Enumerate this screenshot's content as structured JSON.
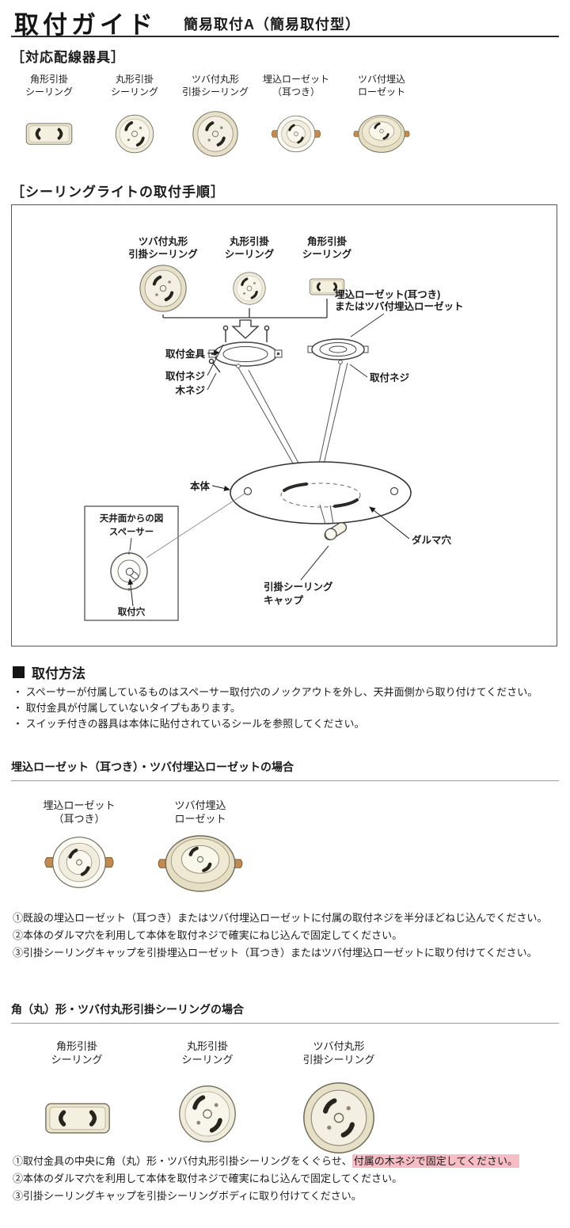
{
  "header": {
    "title": "取付ガイド",
    "subtitle": "簡易取付A（簡易取付型）"
  },
  "compatible": {
    "heading": "［対応配線器具］",
    "items": [
      {
        "label1": "角形引掛",
        "label2": "シーリング"
      },
      {
        "label1": "丸形引掛",
        "label2": "シーリング"
      },
      {
        "label1": "ツバ付丸形",
        "label2": "引掛シーリング"
      },
      {
        "label1": "埋込ローゼット",
        "label2": "（耳つき）"
      },
      {
        "label1": "ツバ付埋込",
        "label2": "ローゼット"
      }
    ]
  },
  "procedure": {
    "heading": "［シーリングライトの取付手順］"
  },
  "diagram": {
    "tsuba_round_l1": "ツバ付丸形",
    "tsuba_round_l2": "引掛シーリング",
    "round_l1": "丸形引掛",
    "round_l2": "シーリング",
    "square_l1": "角形引掛",
    "square_l2": "シーリング",
    "rosette_l1": "埋込ローゼット(耳つき)",
    "rosette_l2": "またはツバ付埋込ローゼット",
    "kanagu": "取付金具",
    "neji_left": "取付ネジ",
    "ki_neji": "木ネジ",
    "neji_right": "取付ネジ",
    "body": "本体",
    "daruma": "ダルマ穴",
    "cap_l1": "引掛シーリング",
    "cap_l2": "キャップ",
    "subbox_title": "天井面からの図",
    "spacer": "スペーサー",
    "hole": "取付穴"
  },
  "method": {
    "heading": "取付方法",
    "bullets": [
      "・ スペーサーが付属しているものはスペーサー取付穴のノックアウトを外し、天井面側から取り付けてください。",
      "・ 取付金具が付属していないタイプもあります。",
      "・ スイッチ付きの器具は本体に貼付されているシールを参照してください。"
    ]
  },
  "rosette_case": {
    "heading": "埋込ローゼット（耳つき）・ツバ付埋込ローゼットの場合",
    "items": [
      {
        "label1": "埋込ローゼット",
        "label2": "（耳つき）"
      },
      {
        "label1": "ツバ付埋込",
        "label2": "ローゼット"
      }
    ],
    "steps": [
      "①既設の埋込ローゼット（耳つき）またはツバ付埋込ローゼットに付属の取付ネジを半分ほどねじ込んでください。",
      "②本体のダルマ穴を利用して本体を取付ネジで確実にねじ込んで固定してください。",
      "③引掛シーリングキャップを引掛埋込ローゼット（耳つき）またはツバ付埋込ローゼットに取り付けてください。"
    ]
  },
  "hook_case": {
    "heading": "角（丸）形・ツバ付丸形引掛シーリングの場合",
    "items": [
      {
        "label1": "角形引掛",
        "label2": "シーリング"
      },
      {
        "label1": "丸形引掛",
        "label2": "シーリング"
      },
      {
        "label1": "ツバ付丸形",
        "label2": "引掛シーリング"
      }
    ],
    "step1_normal": "①取付金具の中央に角（丸）形・ツバ付丸形引掛シーリングをくぐらせ、",
    "step1_highlight": "付属の木ネジで固定してください。",
    "step2": "②本体のダルマ穴を利用して本体を取付ネジで確実にねじ込んで固定してください。",
    "step3": "③引掛シーリングキャップを引掛シーリングボディに取り付けてください。"
  },
  "colors": {
    "step_highlight": "#f6bdc4",
    "ink": "#1b1b1b"
  }
}
